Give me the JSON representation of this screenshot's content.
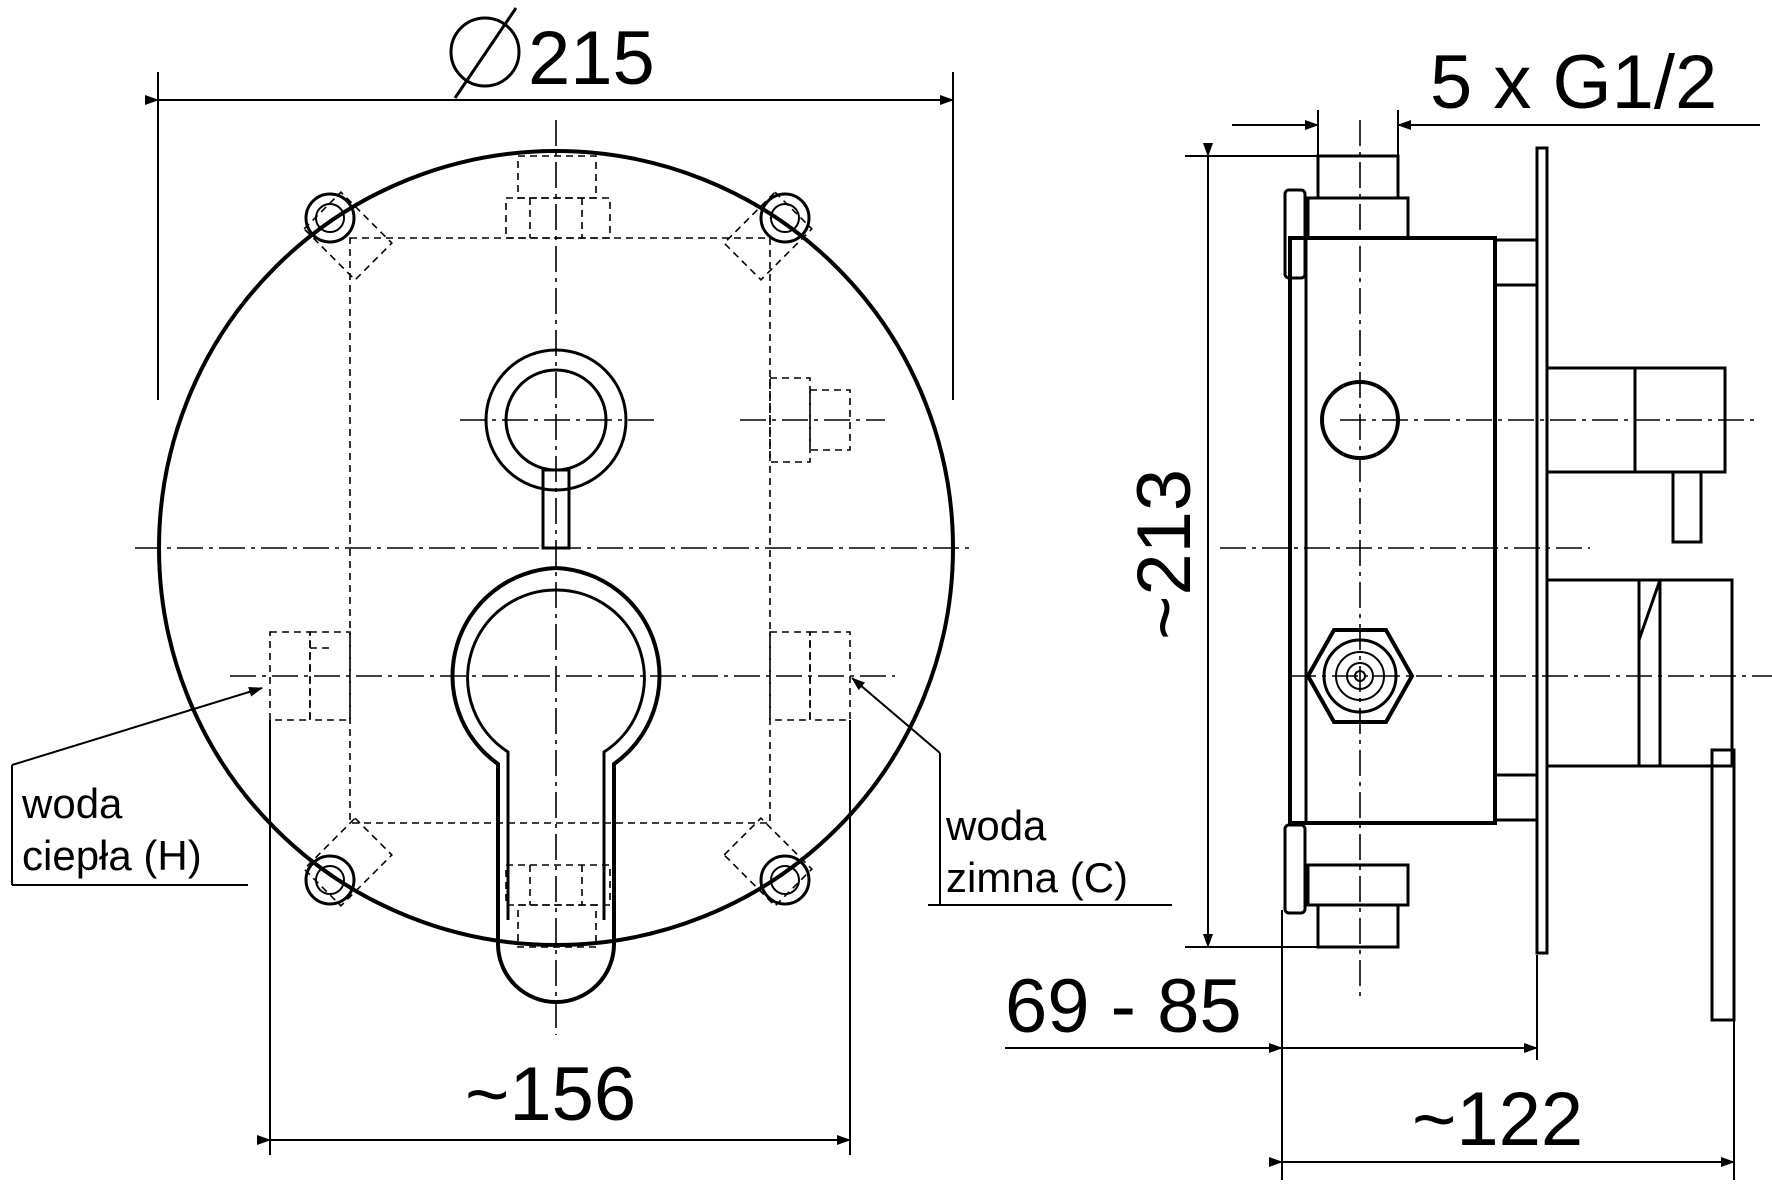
{
  "dimensions": {
    "diameter": "215",
    "inlet_width": "~156",
    "height": "~213",
    "connections": "5 x G1/2",
    "mounting_depth": "69 - 85",
    "total_depth": "~122"
  },
  "labels": {
    "hot_line1": "woda",
    "hot_line2": "ciepła (H)",
    "cold_line1": "woda",
    "cold_line2": "zimna (C)"
  }
}
